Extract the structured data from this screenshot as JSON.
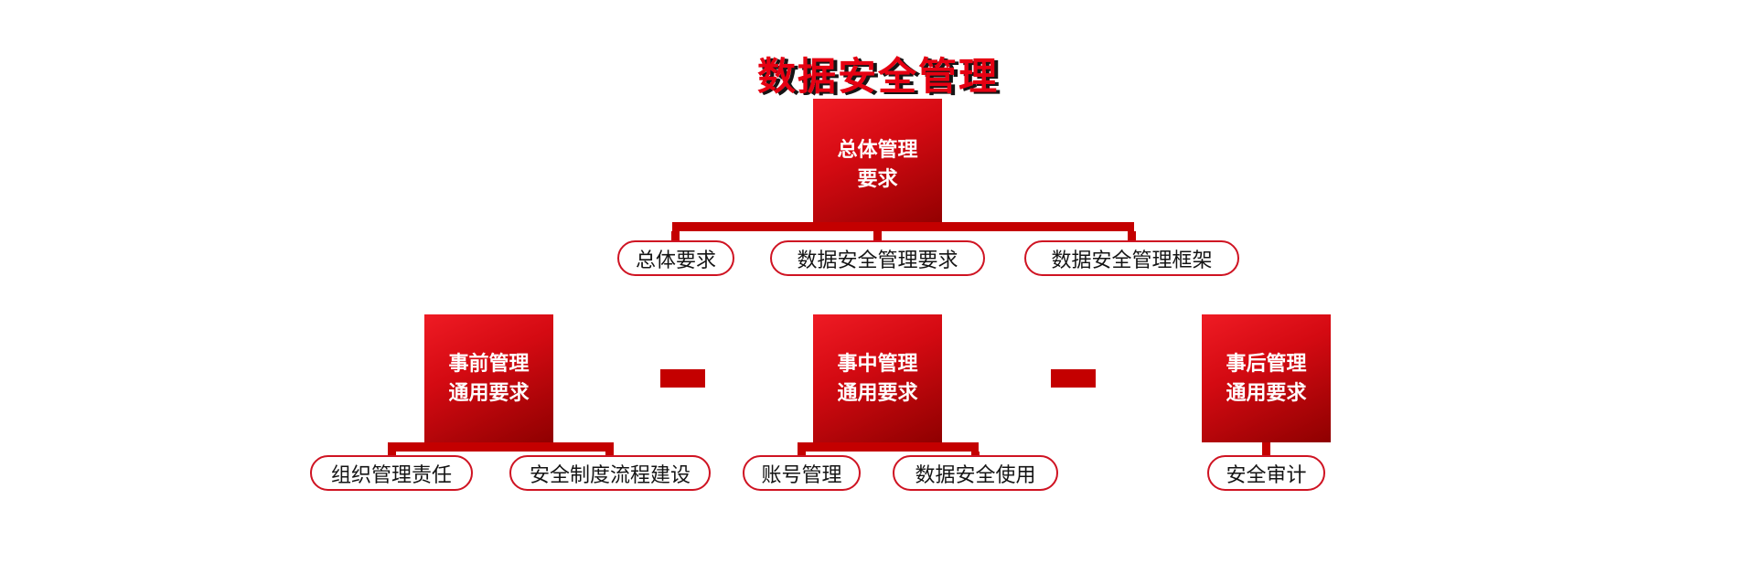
{
  "title": "数据安全管理",
  "root": {
    "label": "总体管理\n要求",
    "children": [
      {
        "label": "总体要求"
      },
      {
        "label": "数据安全管理要求"
      },
      {
        "label": "数据安全管理框架"
      }
    ]
  },
  "branches": [
    {
      "label": "事前管理\n通用要求",
      "children": [
        {
          "label": "组织管理责任"
        },
        {
          "label": "安全制度流程建设"
        }
      ]
    },
    {
      "label": "事中管理\n通用要求",
      "children": [
        {
          "label": "账号管理"
        },
        {
          "label": "数据安全使用"
        }
      ]
    },
    {
      "label": "事后管理\n通用要求",
      "children": [
        {
          "label": "安全审计"
        }
      ]
    }
  ],
  "colors": {
    "primary_red": "#e60012",
    "dark_red": "#8f0000",
    "connector_red": "#c40000",
    "pill_border_red": "#cf1322",
    "title_shadow": "#151515"
  }
}
